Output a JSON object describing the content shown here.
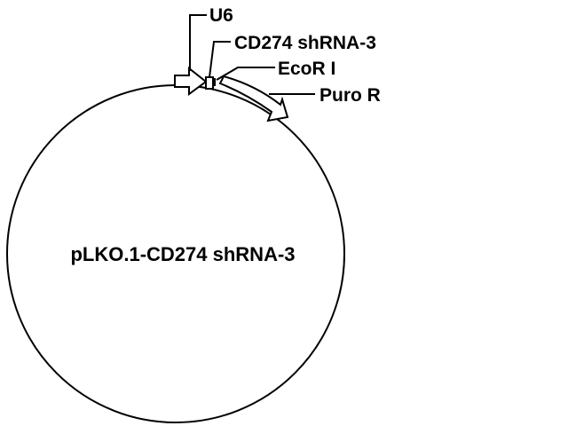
{
  "plasmid": {
    "name": "pLKO.1-CD274 shRNA-3"
  },
  "features": {
    "u6": "U6",
    "shrna": "CD274 shRNA-3",
    "ecori": "EcoR I",
    "puro": "Puro R"
  },
  "colors": {
    "stroke": "#000000",
    "fill": "#ffffff",
    "background": "#ffffff"
  }
}
